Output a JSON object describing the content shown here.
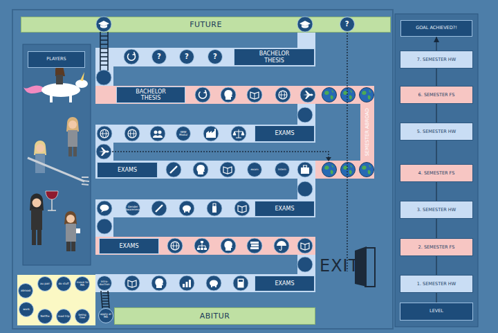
{
  "diagram": {
    "nodes": [
      {
        "text": [
          "FUTURE"
        ]
      },
      {
        "text": [
          "?"
        ],
        "in": 0
      },
      {
        "text": [
          "GOAL ACHIEVED?!"
        ]
      },
      {
        "text": [
          "PLAYERS"
        ]
      },
      {
        "text": [
          "?"
        ]
      },
      {
        "text": [
          "?"
        ]
      },
      {
        "text": [
          "?"
        ]
      },
      {
        "text": [
          "BACHELOR THESIS"
        ]
      },
      {
        "text": [
          "BACHELOR THESIS"
        ]
      },
      {
        "text": [
          "SEMESTER ABROAD"
        ]
      },
      {
        "text": [
          "IWW Modul"
        ]
      },
      {
        "text": [
          "EXAMS"
        ]
      },
      {
        "text": [
          "EXAMS"
        ]
      },
      {
        "text": [
          "exam"
        ]
      },
      {
        "text": [
          "intern"
        ]
      },
      {
        "text": [
          "Gender Awareness"
        ]
      },
      {
        "text": [
          "EXAMS"
        ]
      },
      {
        "text": [
          "EXAMS"
        ]
      },
      {
        "text": [
          "intro-duction"
        ]
      },
      {
        "text": [
          "EXAMS"
        ]
      },
      {
        "text": [
          "apply at MA"
        ]
      },
      {
        "text": [
          "ABITUR"
        ]
      },
      {
        "text": [
          "abroad"
        ]
      },
      {
        "text": [
          "au pair"
        ]
      },
      {
        "text": [
          "do stuff"
        ]
      },
      {
        "text": [
          "move to MA"
        ]
      },
      {
        "text": [
          "work"
        ]
      },
      {
        "text": [
          "Netflix"
        ]
      },
      {
        "text": [
          "road trip"
        ]
      },
      {
        "text": [
          "being free"
        ]
      },
      {
        "text": [
          "7. SEMESTER HW"
        ]
      },
      {
        "text": [
          "6. SEMESTER FS"
        ]
      },
      {
        "text": [
          "5. SEMESTER HW"
        ]
      },
      {
        "text": [
          "4. SEMESTER FS"
        ]
      },
      {
        "text": [
          "3. SEMESTER HW"
        ]
      },
      {
        "text": [
          "2. SEMESTER FS"
        ]
      },
      {
        "text": [
          "1. SEMESTER HW"
        ]
      },
      {
        "text": [
          "LEVEL"
        ]
      }
    ],
    "edges": [
      {
        "from": 37,
        "to": 36,
        "arrow": "none"
      },
      {
        "from": 36,
        "to": 35,
        "arrow": "none"
      },
      {
        "from": 35,
        "to": 34,
        "arrow": "none"
      },
      {
        "from": 34,
        "to": 33,
        "arrow": "none"
      },
      {
        "from": 33,
        "to": 32,
        "arrow": "none"
      },
      {
        "from": 32,
        "to": 31,
        "arrow": "none"
      },
      {
        "from": 31,
        "to": 30,
        "arrow": "none"
      },
      {
        "from": 30,
        "to": 2,
        "arrow": "to"
      },
      {
        "from": 20,
        "to": 18,
        "arrow": "none"
      }
    ],
    "labels": [
      "EXIT"
    ]
  }
}
